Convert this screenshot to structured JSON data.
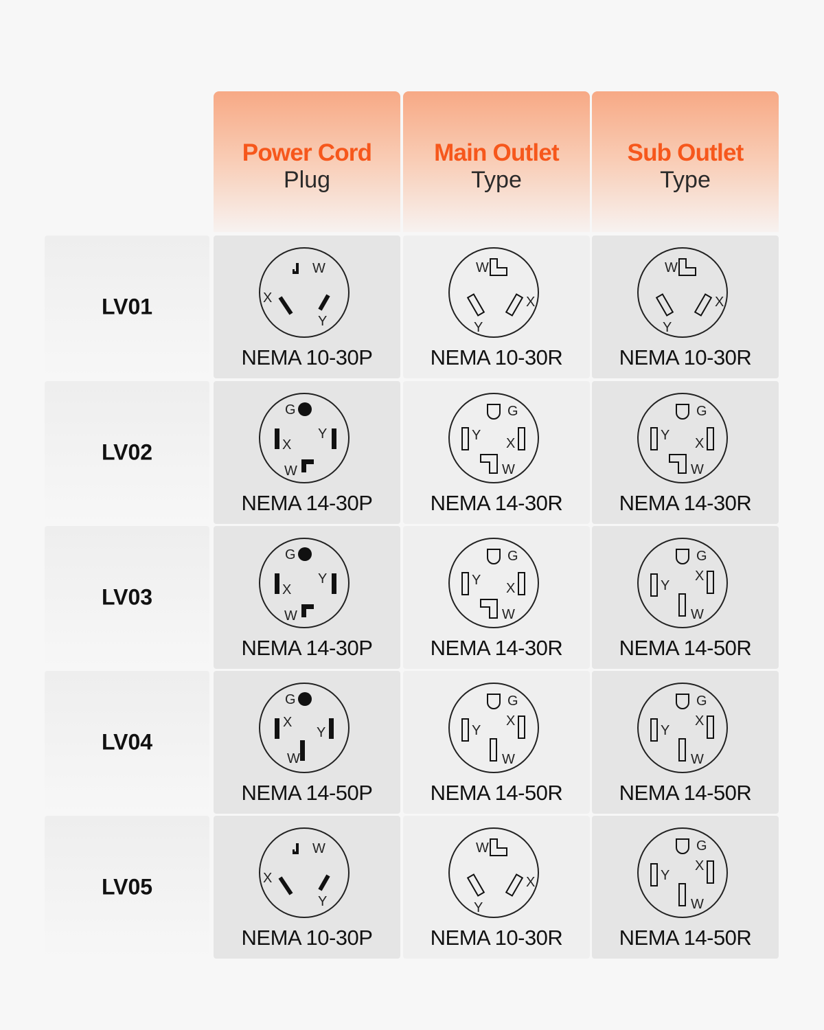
{
  "columns": [
    {
      "title": "Power Cord",
      "subtitle": "Plug"
    },
    {
      "title": "Main Outlet",
      "subtitle": "Type"
    },
    {
      "title": "Sub Outlet",
      "subtitle": "Type"
    }
  ],
  "rows": [
    {
      "label": "LV01",
      "cells": [
        {
          "name": "NEMA 10-30P",
          "icon": "nema-10-30p-icon",
          "pins": {
            "w": "W",
            "x": "X",
            "y": "Y"
          }
        },
        {
          "name": "NEMA 10-30R",
          "icon": "nema-10-30r-icon",
          "pins": {
            "w": "W",
            "x": "X",
            "y": "Y"
          }
        },
        {
          "name": "NEMA 10-30R",
          "icon": "nema-10-30r-icon",
          "pins": {
            "w": "W",
            "x": "X",
            "y": "Y"
          }
        }
      ]
    },
    {
      "label": "LV02",
      "cells": [
        {
          "name": "NEMA 14-30P",
          "icon": "nema-14-30p-icon",
          "pins": {
            "g": "G",
            "w": "W",
            "x": "X",
            "y": "Y"
          }
        },
        {
          "name": "NEMA 14-30R",
          "icon": "nema-14-30r-icon",
          "pins": {
            "g": "G",
            "w": "W",
            "x": "X",
            "y": "Y"
          }
        },
        {
          "name": "NEMA 14-30R",
          "icon": "nema-14-30r-icon",
          "pins": {
            "g": "G",
            "w": "W",
            "x": "X",
            "y": "Y"
          }
        }
      ]
    },
    {
      "label": "LV03",
      "cells": [
        {
          "name": "NEMA 14-30P",
          "icon": "nema-14-30p-icon",
          "pins": {
            "g": "G",
            "w": "W",
            "x": "X",
            "y": "Y"
          }
        },
        {
          "name": "NEMA 14-30R",
          "icon": "nema-14-30r-icon",
          "pins": {
            "g": "G",
            "w": "W",
            "x": "X",
            "y": "Y"
          }
        },
        {
          "name": "NEMA 14-50R",
          "icon": "nema-14-50r-icon",
          "pins": {
            "g": "G",
            "w": "W",
            "x": "X",
            "y": "Y"
          }
        }
      ]
    },
    {
      "label": "LV04",
      "cells": [
        {
          "name": "NEMA 14-50P",
          "icon": "nema-14-50p-icon",
          "pins": {
            "g": "G",
            "w": "W",
            "x": "X",
            "y": "Y"
          }
        },
        {
          "name": "NEMA 14-50R",
          "icon": "nema-14-50r-icon",
          "pins": {
            "g": "G",
            "w": "W",
            "x": "X",
            "y": "Y"
          }
        },
        {
          "name": "NEMA 14-50R",
          "icon": "nema-14-50r-icon",
          "pins": {
            "g": "G",
            "w": "W",
            "x": "X",
            "y": "Y"
          }
        }
      ]
    },
    {
      "label": "LV05",
      "cells": [
        {
          "name": "NEMA 10-30P",
          "icon": "nema-10-30p-icon",
          "pins": {
            "w": "W",
            "x": "X",
            "y": "Y"
          }
        },
        {
          "name": "NEMA 10-30R",
          "icon": "nema-10-30r-icon",
          "pins": {
            "w": "W",
            "x": "X",
            "y": "Y"
          }
        },
        {
          "name": "NEMA 14-50R",
          "icon": "nema-14-50r-icon",
          "pins": {
            "g": "G",
            "w": "W",
            "x": "X",
            "y": "Y"
          }
        }
      ]
    }
  ],
  "colors": {
    "accent": "#f6571c",
    "header_top": "#f7a985",
    "cell_dark": "#e5e5e5",
    "cell_light": "#efefef"
  }
}
